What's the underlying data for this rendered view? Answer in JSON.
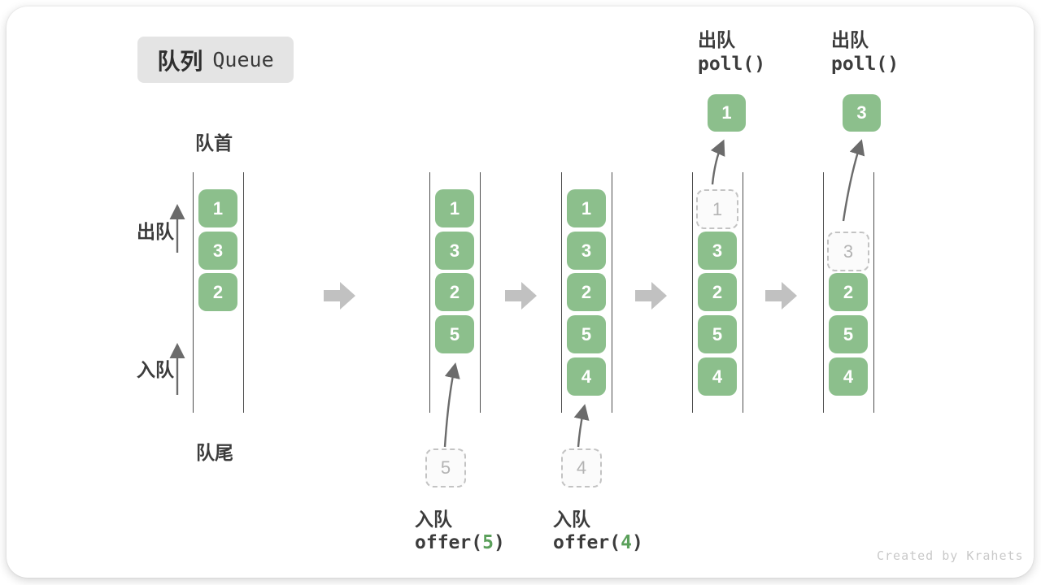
{
  "title": {
    "zh": "队列",
    "en": "Queue"
  },
  "labels": {
    "front": "队首",
    "rear": "队尾",
    "dequeue": "出队",
    "enqueue": "入队"
  },
  "colors": {
    "item_green": "#8cbf8c",
    "accent_code_green": "#5ba05b",
    "step_arrow_gray": "#c1c1c1",
    "thin_arrow_gray": "#6b6b6b"
  },
  "queues": {
    "q1": {
      "items": [
        "1",
        "3",
        "2"
      ]
    },
    "q2": {
      "items": [
        "1",
        "3",
        "2",
        "5"
      ]
    },
    "q3": {
      "items": [
        "1",
        "3",
        "2",
        "5",
        "4"
      ]
    },
    "q4": {
      "dashed": "1",
      "items": [
        "3",
        "2",
        "5",
        "4"
      ]
    },
    "q5": {
      "dashed": "3",
      "items": [
        "2",
        "5",
        "4"
      ]
    }
  },
  "operations": {
    "offer5": {
      "label": "入队",
      "code_pre": "offer(",
      "arg": "5",
      "code_post": ")",
      "pending_value": "5"
    },
    "offer4": {
      "label": "入队",
      "code_pre": "offer(",
      "arg": "4",
      "code_post": ")",
      "pending_value": "4"
    },
    "poll1": {
      "label": "出队",
      "code": "poll()",
      "removed_value": "1"
    },
    "poll2": {
      "label": "出队",
      "code": "poll()",
      "removed_value": "3"
    }
  },
  "watermark": "Created by Krahets"
}
